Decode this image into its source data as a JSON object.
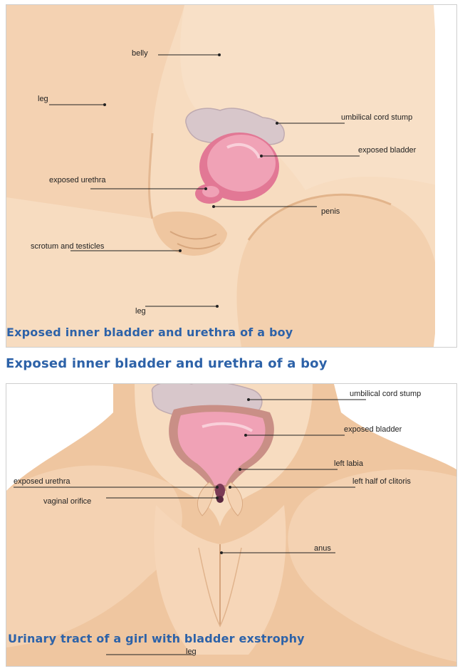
{
  "boy_panel": {
    "labels": {
      "belly": "belly",
      "leg_left": "leg",
      "umbilical": "umbilical cord stump",
      "bladder": "exposed bladder",
      "urethra": "exposed urethra",
      "penis": "penis",
      "scrotum": "scrotum and testicles",
      "leg_bottom": "leg"
    },
    "caption": "Exposed inner bladder and urethra of a boy"
  },
  "middle_caption": "Exposed inner bladder and urethra of a boy",
  "girl_panel": {
    "labels": {
      "umbilical": "umbilical cord stump",
      "bladder": "exposed bladder",
      "left_labia": "left labia",
      "urethra": "exposed urethra",
      "clitoris": "left half of clitoris",
      "vaginal": "vaginal orifice",
      "anus": "anus",
      "leg": "leg"
    },
    "caption": "Urinary tract of a girl with bladder exstrophy"
  },
  "colors": {
    "skin_light": "#f7dcc0",
    "skin_mid": "#eec8a3",
    "skin_shadow": "#dcae85",
    "bladder_pink": "#ec8fa6",
    "bladder_light": "#f5b3c3",
    "cord_stump": "#d8c7cb",
    "caption_blue": "#2d62a8"
  }
}
